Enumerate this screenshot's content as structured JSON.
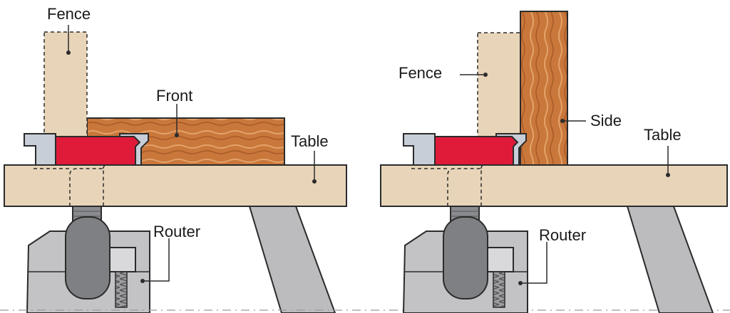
{
  "colors": {
    "background": "#ffffff",
    "fence": "#e8d5b9",
    "table": "#e8d5b9",
    "stock": "#c9773b",
    "bit": "#e01b3a",
    "bearing": "#c7ced7",
    "router_body": "#c3c3c6",
    "router_knob": "#7f8083",
    "leg": "#bcbcbf",
    "outline": "#2b2b2b"
  },
  "diagrams": [
    {
      "id": "front",
      "labels": {
        "fence": "Fence",
        "workpiece": "Front",
        "table": "Table",
        "router": "Router"
      }
    },
    {
      "id": "side",
      "labels": {
        "fence": "Fence",
        "workpiece": "Side",
        "table": "Table",
        "router": "Router"
      }
    }
  ]
}
